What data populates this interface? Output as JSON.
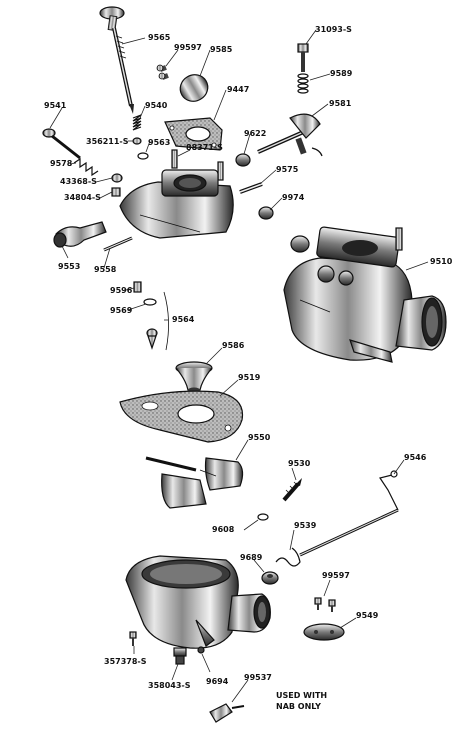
{
  "labels": {
    "p9565": "9565",
    "p99597a": "99597",
    "p9585": "9585",
    "p31093": "31093-S",
    "p9589": "9589",
    "p9541": "9541",
    "p9540": "9540",
    "p9447": "9447",
    "p9581": "9581",
    "p356211": "356211-S",
    "p9563": "9563",
    "p88371": "88371-S",
    "p9622": "9622",
    "p9578": "9578",
    "p9575": "9575",
    "p43368": "43368-S",
    "p34804": "34804-S",
    "p9974": "9974",
    "p9553": "9553",
    "p9558": "9558",
    "p9510": "9510",
    "p9596": "9596",
    "p9569": "9569",
    "p9564": "9564",
    "p9586": "9586",
    "p9519": "9519",
    "p9550": "9550",
    "p9530": "9530",
    "p9546": "9546",
    "p9608": "9608",
    "p9539": "9539",
    "p9689": "9689",
    "p99597b": "99597",
    "p9549": "9549",
    "p357378": "357378-S",
    "p358043": "358043-S",
    "p9694": "9694",
    "p99537": "99537"
  },
  "note": {
    "line1": "USED WITH",
    "line2": "NAB ONLY"
  }
}
